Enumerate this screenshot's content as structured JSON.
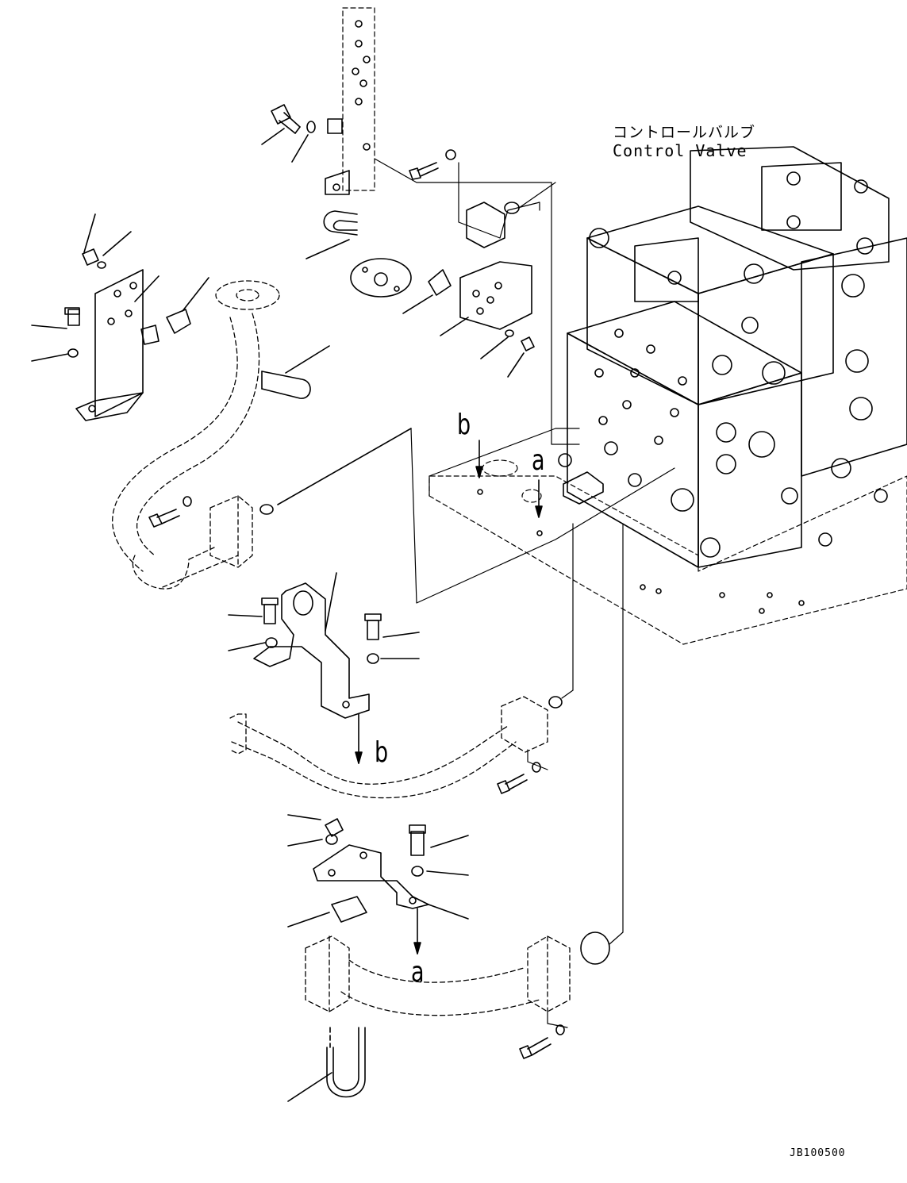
{
  "labels": {
    "component_jp": "コントロールバルブ",
    "component_en": "Control Valve",
    "ref_a": "a",
    "ref_b": "b",
    "drawing_code": "JB100500"
  },
  "colors": {
    "ink": "#000000",
    "paper": "#ffffff"
  }
}
